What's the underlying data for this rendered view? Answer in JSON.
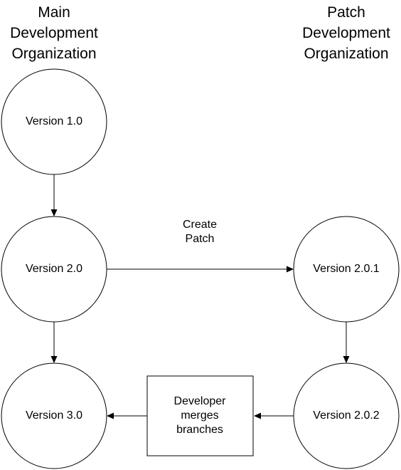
{
  "headers": {
    "main": [
      "Main",
      "Development",
      "Organization"
    ],
    "patch": [
      "Patch",
      "Development",
      "Organization"
    ]
  },
  "nodes": {
    "v1": "Version 1.0",
    "v2": "Version 2.0",
    "v3": "Version 3.0",
    "v201": "Version 2.0.1",
    "v202": "Version 2.0.2"
  },
  "merge_box": [
    "Developer",
    "merges",
    "branches"
  ],
  "edge_labels": {
    "create_patch": [
      "Create",
      "Patch"
    ]
  },
  "colors": {
    "line": "#000000",
    "fill": "#ffffff"
  }
}
